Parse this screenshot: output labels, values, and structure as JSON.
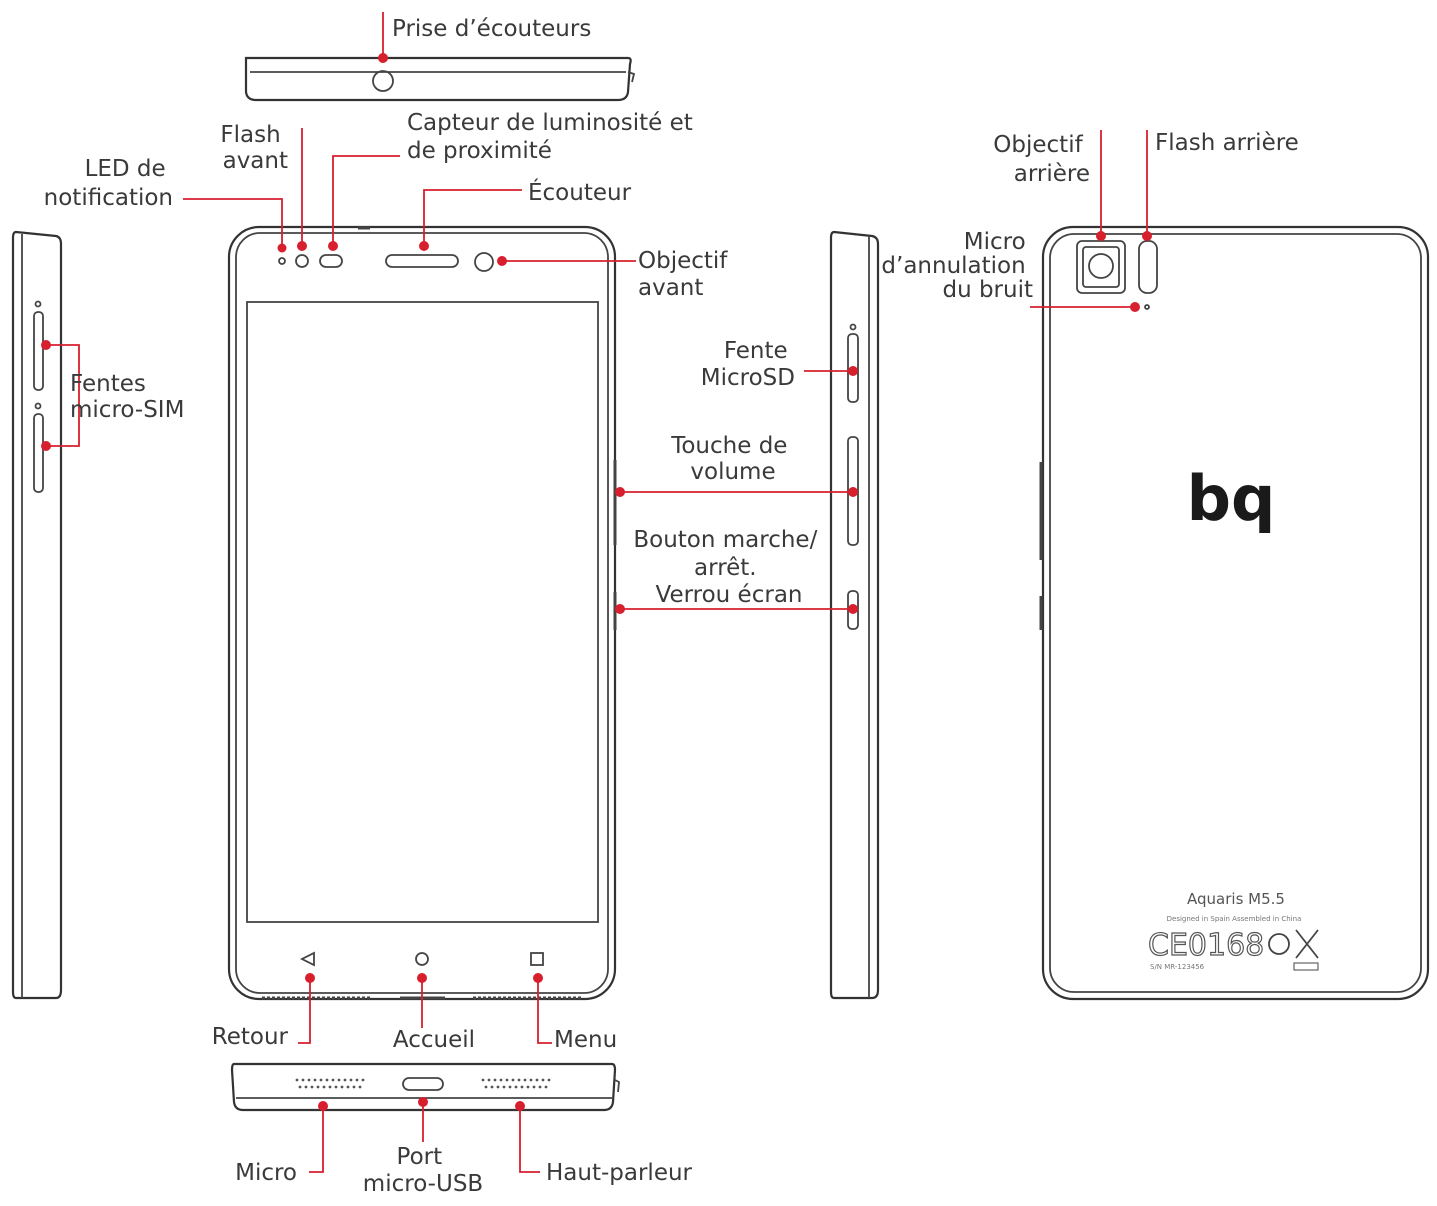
{
  "labels": {
    "headphone_jack": "Prise d’écouteurs",
    "front_flash": [
      "Flash",
      "avant"
    ],
    "light_sensor": [
      "Capteur de luminosité et",
      "de proximité"
    ],
    "notification_led": [
      "LED de",
      "notification"
    ],
    "earpiece": "Écouteur",
    "front_camera": [
      "Objectif",
      "avant"
    ],
    "sim_slots": [
      "Fentes",
      "micro-SIM"
    ],
    "microsd_slot": [
      "Fente",
      "MicroSD"
    ],
    "volume_key": [
      "Touche de",
      "volume"
    ],
    "power_button": [
      "Bouton marche/",
      "arrêt.",
      "Verrou écran"
    ],
    "rear_camera": [
      "Objectif",
      "arrière"
    ],
    "rear_flash": "Flash arrière",
    "noise_mic": [
      "Micro",
      "d’annulation",
      "du bruit"
    ],
    "back_key": "Retour",
    "home_key": "Accueil",
    "menu_key": "Menu",
    "microphone": "Micro",
    "usb_port": [
      "Port",
      "micro-USB"
    ],
    "speaker": "Haut-parleur"
  },
  "back_panel": {
    "brand": "bq",
    "model": "Aquaris M5.5",
    "origin": "Designed in Spain  Assembled in China",
    "cert_mark": "CE0168",
    "serial": "S/N MR-123456"
  },
  "colors": {
    "leader": "#d71f2e",
    "outline": "#333333",
    "text": "#3a3a3a"
  }
}
